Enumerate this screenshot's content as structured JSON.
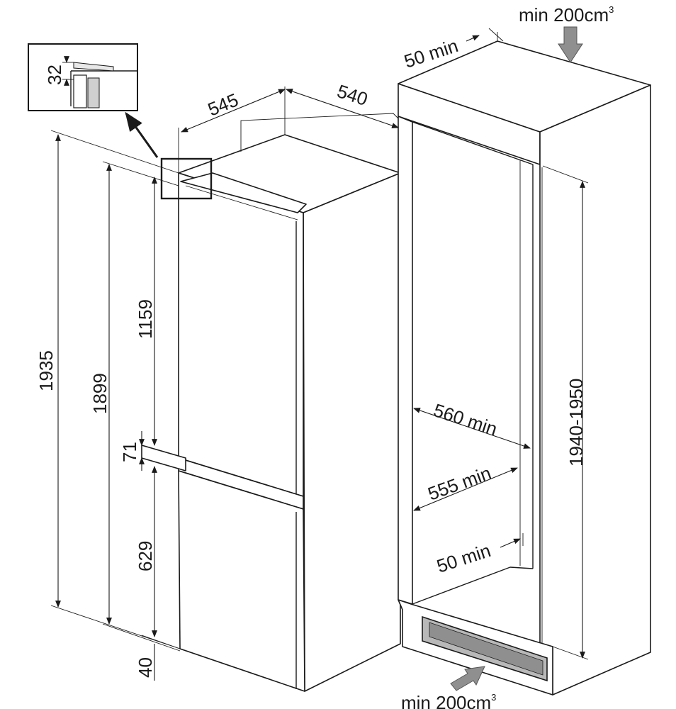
{
  "diagram": {
    "labels": {
      "width_545": "545",
      "depth_540": "540",
      "height_1935": "1935",
      "height_1899": "1899",
      "height_1159": "1159",
      "gap_71": "71",
      "height_629": "629",
      "plinth_40": "40",
      "detail_32": "32",
      "top_gap_50_min": "50 min",
      "niche_width_560_min": "560 min",
      "niche_depth_555_min": "555 min",
      "rear_gap_50_min": "50 min",
      "niche_height": "1940-1950",
      "vent_top": "min 200cm",
      "vent_bottom": "min 200cm",
      "vent_unit_sup": "3"
    }
  }
}
